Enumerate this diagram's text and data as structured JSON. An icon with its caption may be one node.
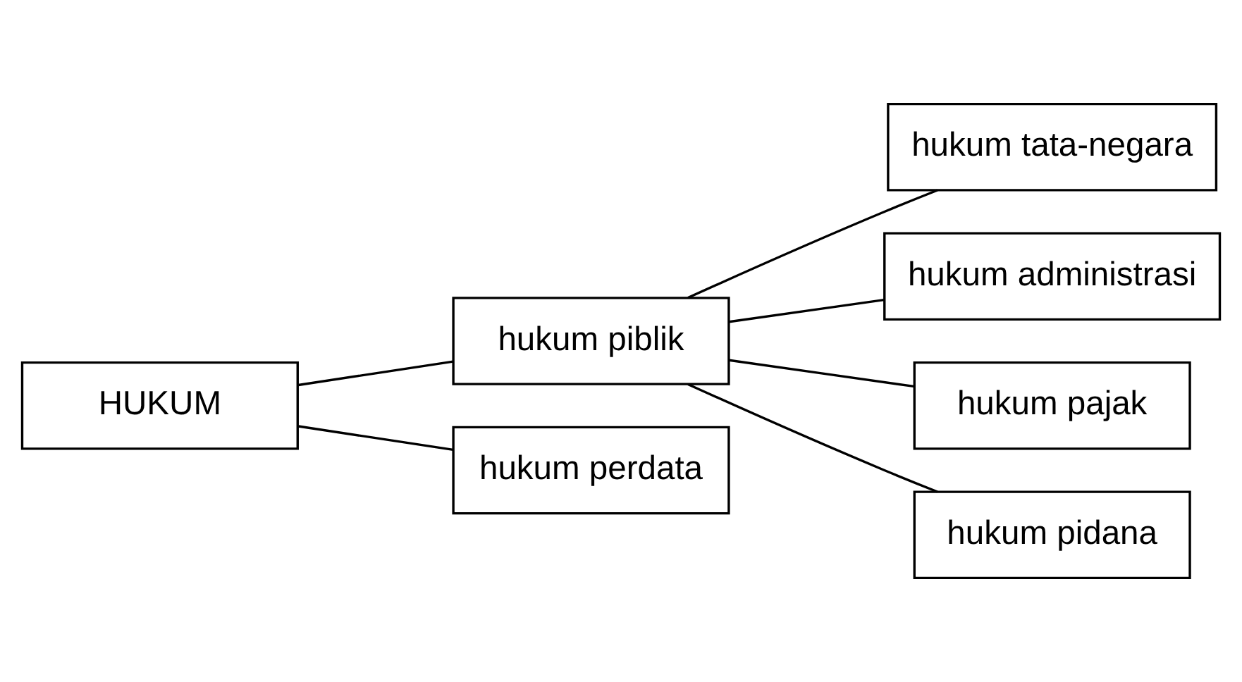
{
  "diagram": {
    "nodes": [
      {
        "text": [
          "HUKUM"
        ]
      },
      {
        "text": [
          "hukum piblik"
        ]
      },
      {
        "text": [
          "hukum perdata"
        ]
      },
      {
        "text": [
          "hukum tata-negara"
        ]
      },
      {
        "text": [
          "hukum administrasi"
        ]
      },
      {
        "text": [
          "hukum pajak"
        ]
      },
      {
        "text": [
          "hukum pidana"
        ]
      }
    ],
    "edges": [
      {
        "from": 0,
        "to": 1,
        "arrow": "none"
      },
      {
        "from": 0,
        "to": 2,
        "arrow": "none"
      },
      {
        "from": 1,
        "to": 3,
        "arrow": "none"
      },
      {
        "from": 1,
        "to": 4,
        "arrow": "none"
      },
      {
        "from": 1,
        "to": 5,
        "arrow": "none"
      },
      {
        "from": 1,
        "to": 6,
        "arrow": "none"
      }
    ]
  }
}
